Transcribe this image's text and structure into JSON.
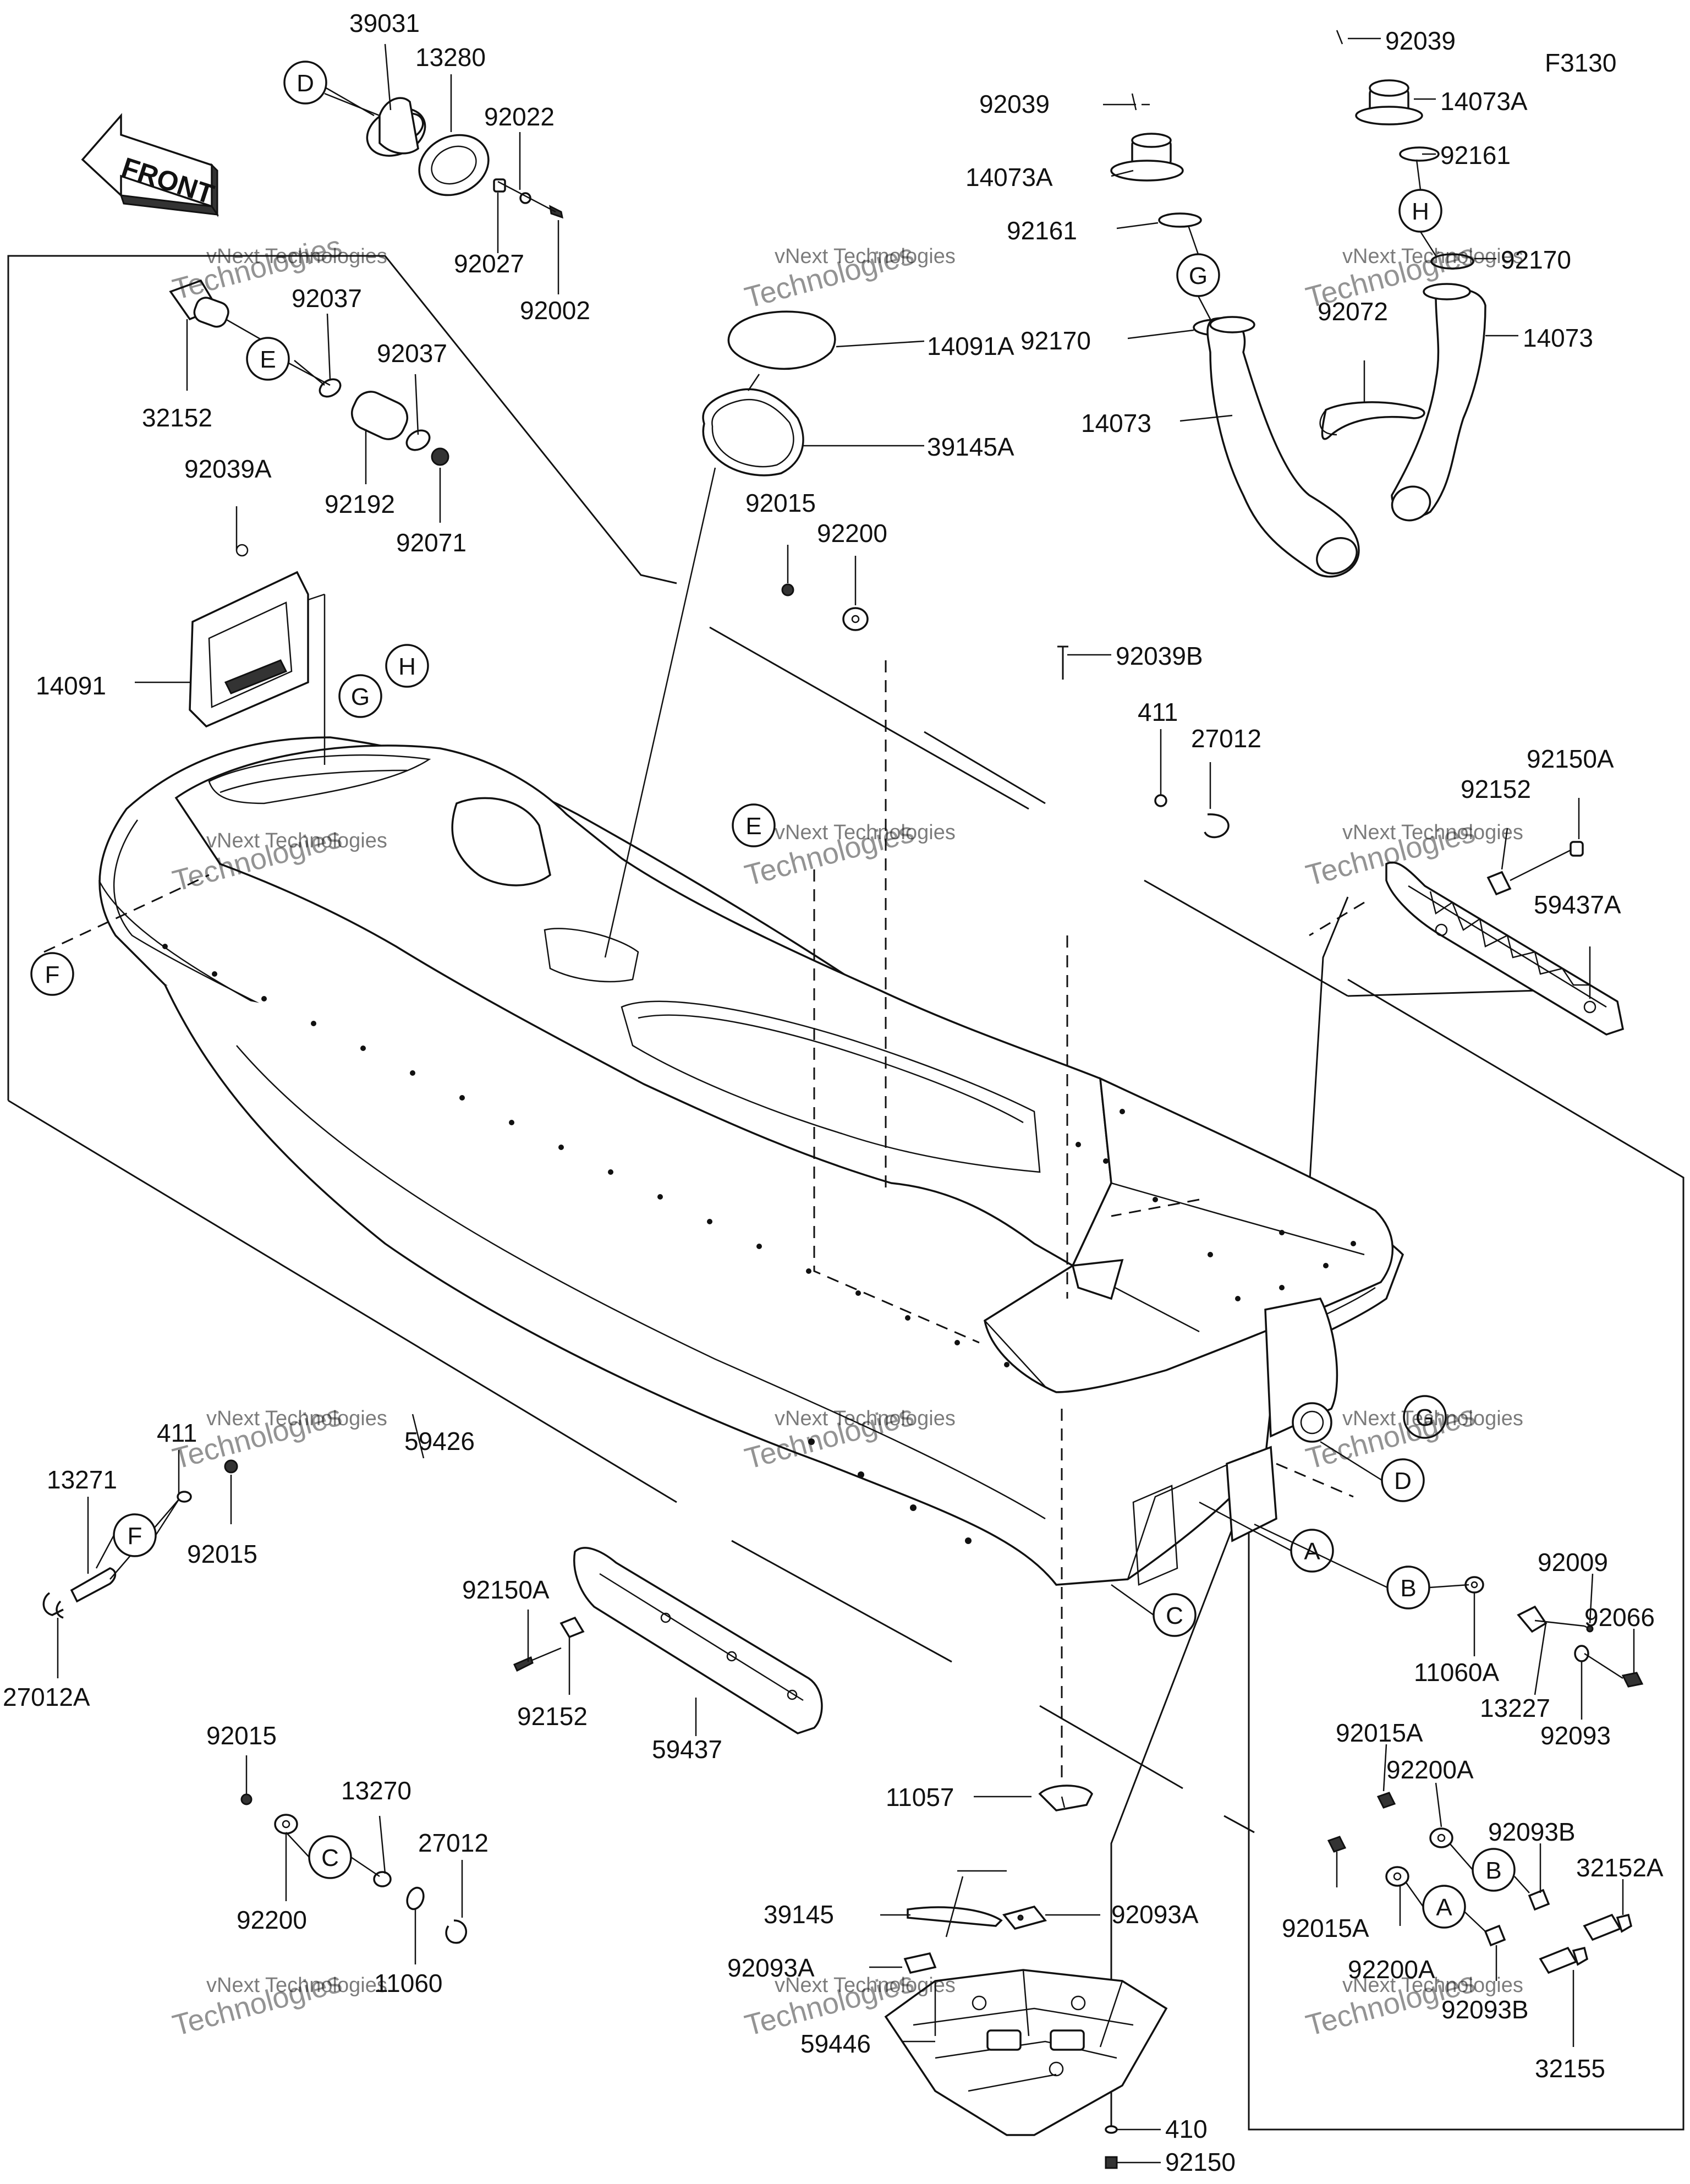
{
  "figure_code": "F3130",
  "front_arrow": "FRONT",
  "watermark": [
    "vNext Technologies",
    "Technologies"
  ],
  "callouts": {
    "A": "A",
    "B": "B",
    "C": "C",
    "D": "D",
    "E": "E",
    "F": "F",
    "G": "G",
    "H": "H"
  },
  "labels": {
    "p39031": "39031",
    "p13280": "13280",
    "p92022": "92022",
    "p92027": "92027",
    "p92002": "92002",
    "p92037a": "92037",
    "p92037b": "92037",
    "p32152": "32152",
    "p92192": "92192",
    "p92071": "92071",
    "p92039A": "92039A",
    "p14091": "14091",
    "p14091A": "14091A",
    "p39145A": "39145A",
    "p92015a": "92015",
    "p92200a": "92200",
    "p92039B": "92039B",
    "p411a": "411",
    "p27012a": "27012",
    "p92039a": "92039",
    "p14073Aa": "14073A",
    "p92161a": "92161",
    "p92170a": "92170",
    "p14073a": "14073",
    "p92039b": "92039",
    "p14073Ab": "14073A",
    "p92161b": "92161",
    "p92170b": "92170",
    "p92072": "92072",
    "p14073b": "14073",
    "p92152a": "92152",
    "p92150Aa": "92150A",
    "p59437A": "59437A",
    "p59426": "59426",
    "p411b": "411",
    "p13271": "13271",
    "p92015b": "92015",
    "p27012A": "27012A",
    "p92150Ab": "92150A",
    "p92152b": "92152",
    "p59437": "59437",
    "p92015c": "92015",
    "p13270": "13270",
    "p27012b": "27012",
    "p92200b": "92200",
    "p11060": "11060",
    "p11057": "11057",
    "p39145": "39145",
    "p92093Aa": "92093A",
    "p92093Ab": "92093A",
    "p59446": "59446",
    "p410": "410",
    "p92150": "92150",
    "p92009": "92009",
    "p92066": "92066",
    "p11060A": "11060A",
    "p13227": "13227",
    "p92093": "92093",
    "p92015Aa": "92015A",
    "p92200Aa": "92200A",
    "p92093Ba": "92093B",
    "p32152A": "32152A",
    "p92015Ab": "92015A",
    "p92200Ab": "92200A",
    "p92093Bb": "92093B",
    "p32155": "32155"
  }
}
